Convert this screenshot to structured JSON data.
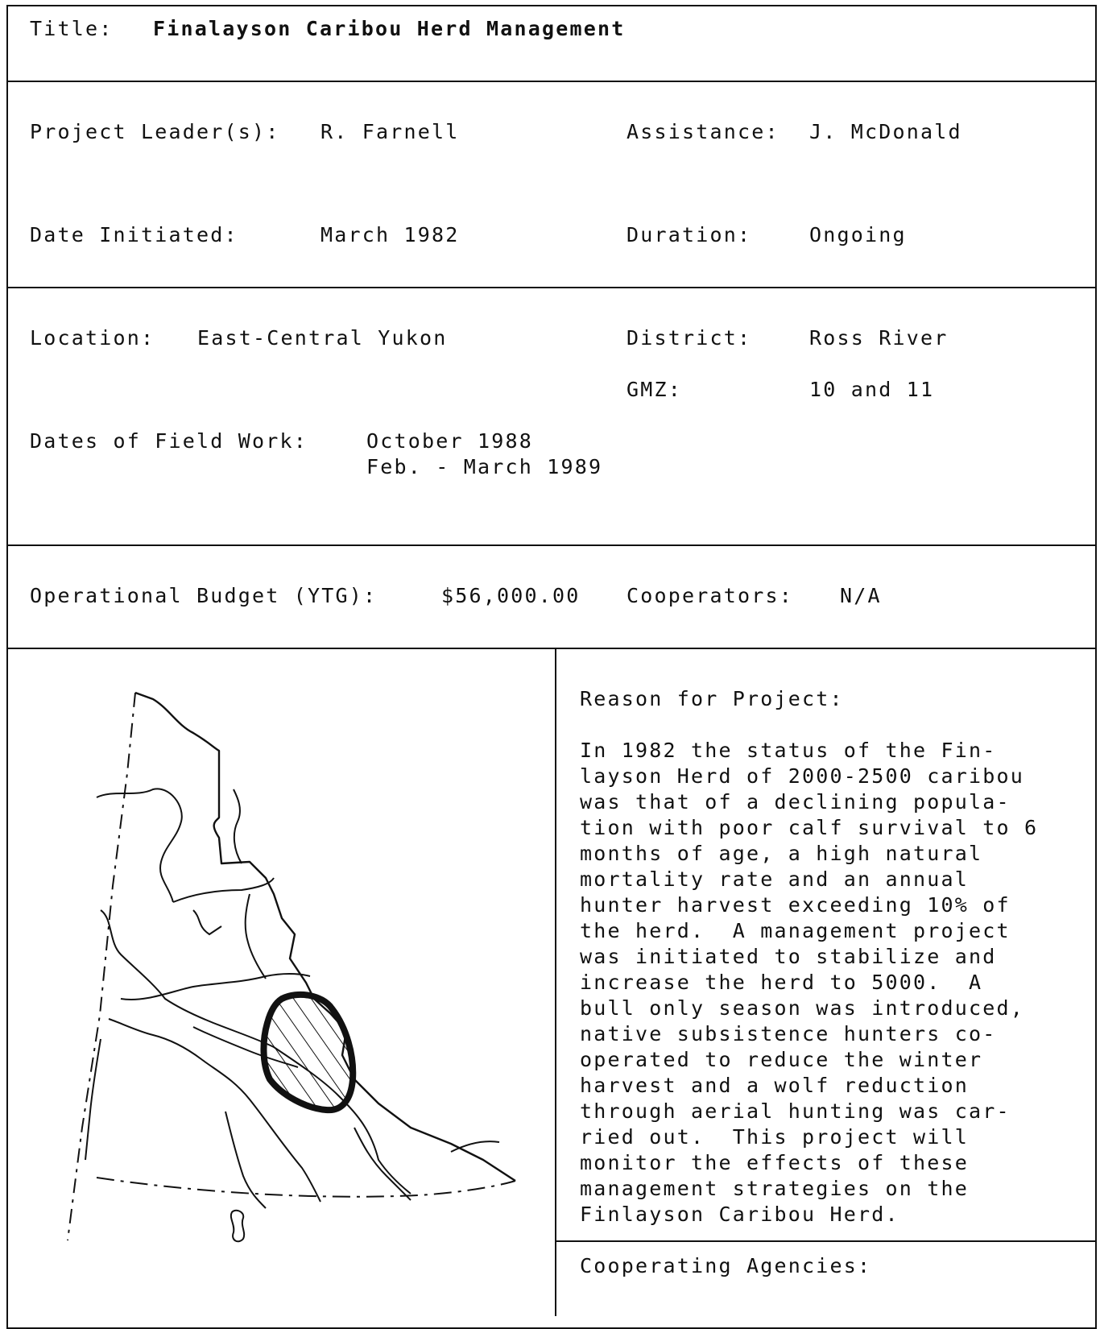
{
  "title": {
    "label": "Title:",
    "value": "Finalayson Caribou Herd Management"
  },
  "project": {
    "leader_label": "Project Leader(s):",
    "leader_value": "R. Farnell",
    "assistance_label": "Assistance:",
    "assistance_value": "J. McDonald",
    "date_label": "Date Initiated:",
    "date_value": "March 1982",
    "duration_label": "Duration:",
    "duration_value": "Ongoing"
  },
  "location": {
    "location_label": "Location:",
    "location_value": "East-Central Yukon",
    "district_label": "District:",
    "district_value": "Ross River",
    "gmz_label": "GMZ:",
    "gmz_value": "10 and 11",
    "fieldwork_label": "Dates of Field Work:",
    "fieldwork_lines": [
      "October 1988",
      "Feb. - March 1989"
    ]
  },
  "budget": {
    "label": "Operational Budget (YTG):",
    "value": "$56,000.00",
    "cooperators_label": "Cooperators:",
    "cooperators_value": "N/A"
  },
  "reason": {
    "heading": "Reason for Project:",
    "lines": [
      "In 1982 the status of the Fin-",
      "layson Herd of 2000-2500 caribou",
      "was that of a declining popula-",
      "tion with poor calf survival to 6",
      "months of age, a high natural",
      "mortality rate and an annual",
      "hunter harvest exceeding 10% of",
      "the herd.  A management project",
      "was initiated to stabilize and",
      "increase the herd to 5000.  A",
      "bull only season was introduced,",
      "native subsistence hunters co-",
      "operated to reduce the winter",
      "harvest and a wolf reduction",
      "through aerial hunting was car-",
      "ried out.  This project will",
      "monitor the effects of these",
      "management strategies on the",
      "Finlayson Caribou Herd."
    ]
  },
  "agencies": {
    "heading": "Cooperating Agencies:"
  },
  "map": {
    "icon": "yukon-map-with-herd-range"
  }
}
